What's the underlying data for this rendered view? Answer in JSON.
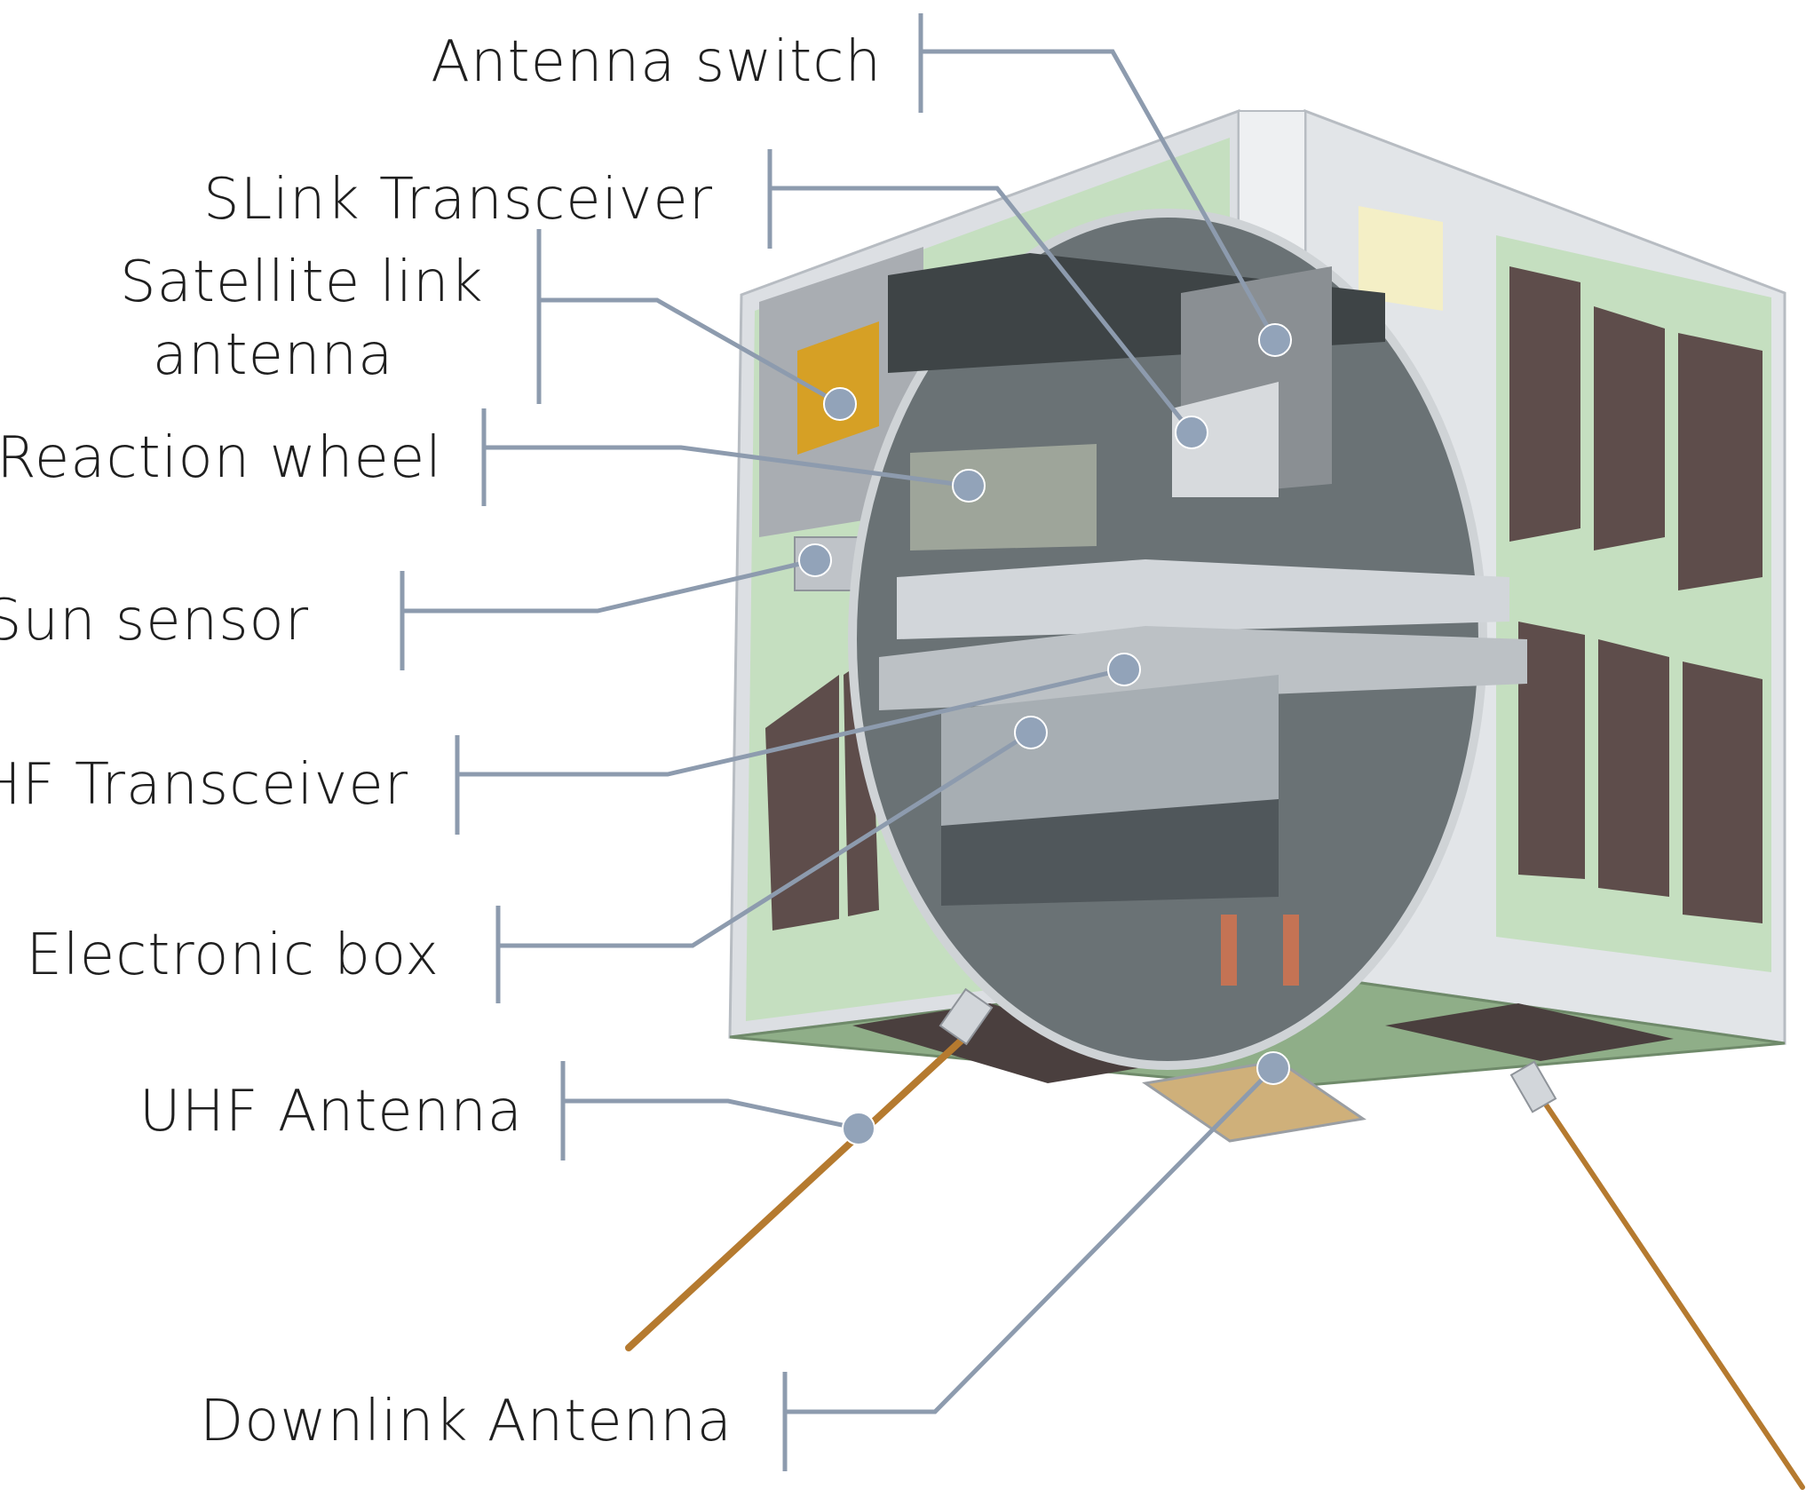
{
  "colors": {
    "leader": "#8d9bae",
    "dot": "#92a3b9",
    "frame": "#dcdfe3",
    "panel": "#c5dfc0",
    "cell": "#5e4d4b",
    "metal": "#a9adb2",
    "gold": "#d6a025",
    "copper": "#b57a2f"
  },
  "labels": [
    {
      "id": "antenna-switch",
      "text": "Antenna switch"
    },
    {
      "id": "slink-transceiver",
      "text": "SLink Transceiver"
    },
    {
      "id": "satellite-link-antenna",
      "line1": "Satellite link",
      "line2": "antenna"
    },
    {
      "id": "reaction-wheel",
      "text": "Reaction wheel"
    },
    {
      "id": "sun-sensor",
      "text": "Sun sensor"
    },
    {
      "id": "uhf-transceiver",
      "text": "UHF Transceiver"
    },
    {
      "id": "electronic-box",
      "text": "Electronic box"
    },
    {
      "id": "uhf-antenna",
      "text": "UHF Antenna"
    },
    {
      "id": "downlink-antenna",
      "text": "Downlink Antenna"
    }
  ]
}
